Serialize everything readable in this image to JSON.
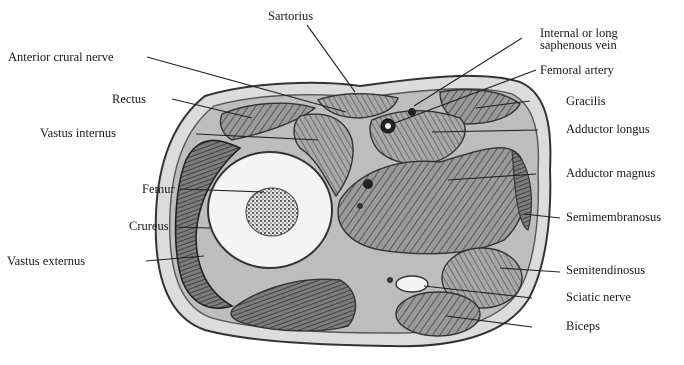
{
  "labels": {
    "sartorius": "Sartorius",
    "saphenous_line1": "Internal or long",
    "saphenous_line2": "saphenous vein",
    "anterior_crural_nerve": "Anterior crural nerve",
    "femoral_artery": "Femoral artery",
    "rectus": "Rectus",
    "gracilis": "Gracilis",
    "vastus_internus": "Vastus internus",
    "adductor_longus": "Adductor longus",
    "adductor_magnus": "Adductor magnus",
    "femur": "Femur",
    "crureus": "Crureus",
    "semimembranosus": "Semimembranosus",
    "vastus_externus": "Vastus externus",
    "semitendinosus": "Semitendinosus",
    "sciatic_nerve": "Sciatic nerve",
    "biceps": "Biceps"
  },
  "colors": {
    "ink": "#1a1a1a",
    "muscle_dark": "#6a6a6a",
    "muscle_mid": "#8c8c8c",
    "muscle_light": "#b5b5b5",
    "fat_layer": "#d9d9d9"
  }
}
